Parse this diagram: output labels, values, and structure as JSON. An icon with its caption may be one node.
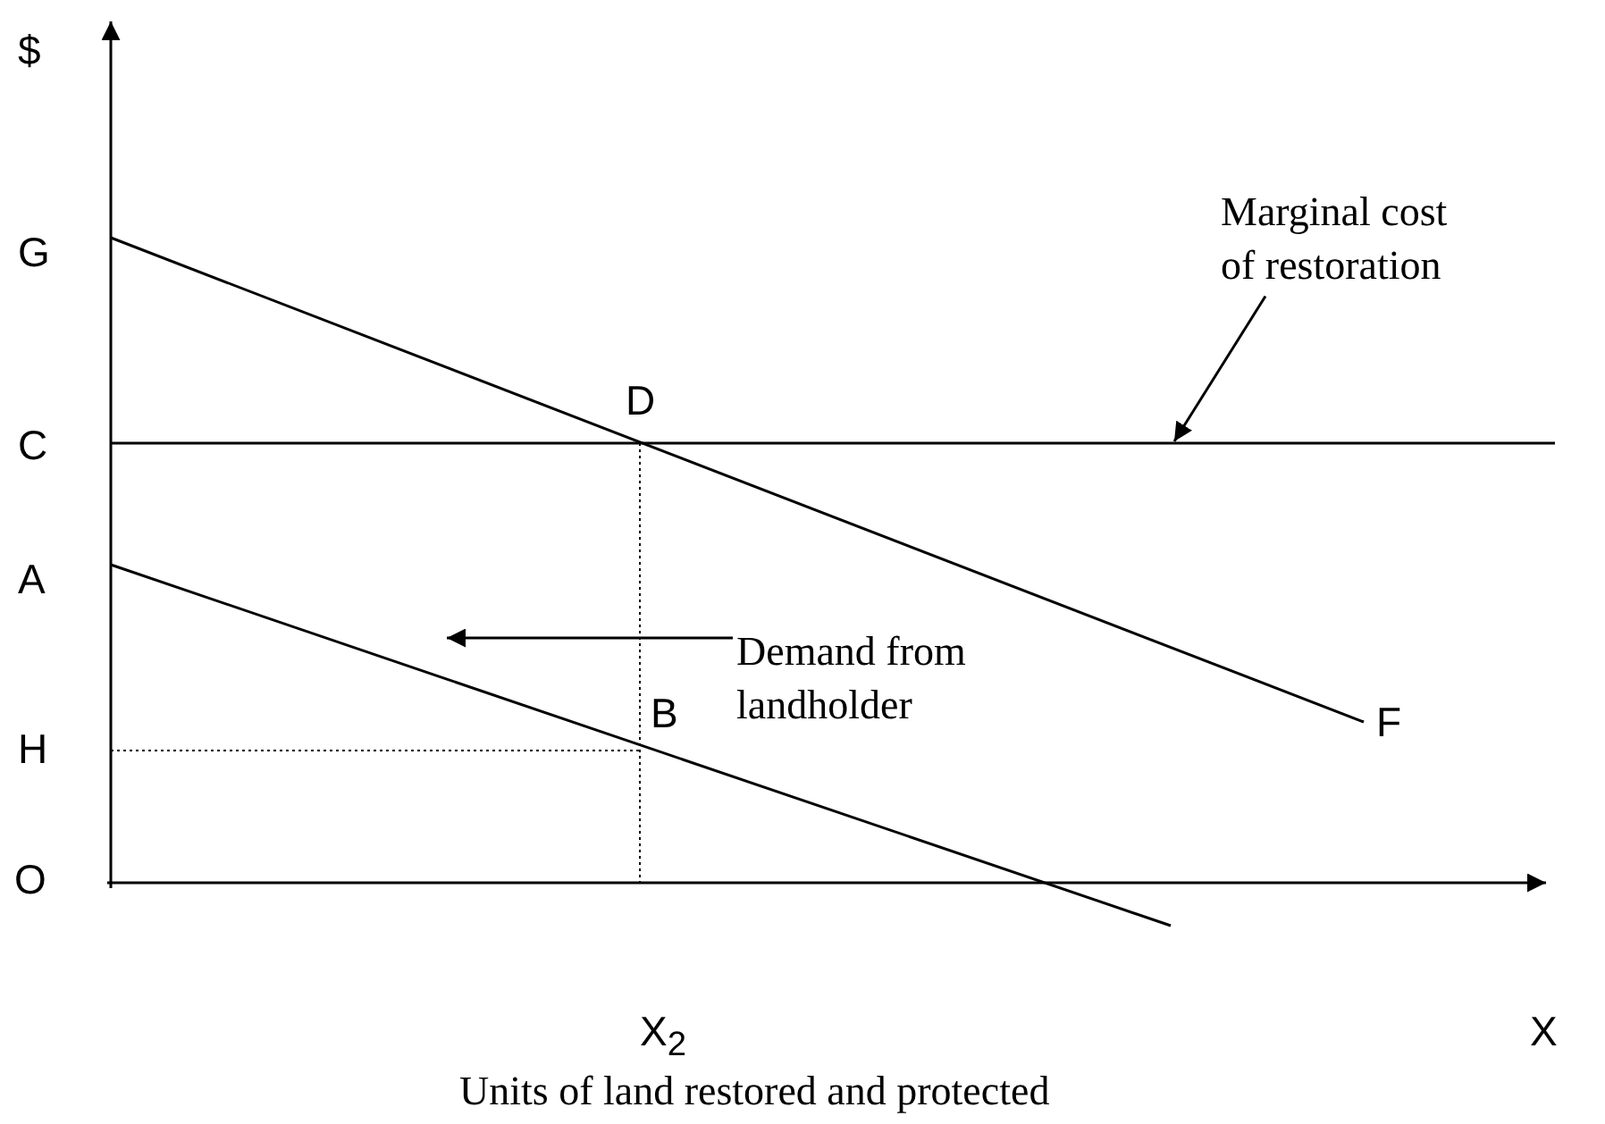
{
  "diagram": {
    "nodes": [
      {
        "text": [
          "Marginal cost of restoration"
        ]
      },
      {
        "text": [],
        "shape": "line"
      },
      {
        "text": [
          "Demand from landholder"
        ]
      }
    ],
    "edges": [
      {
        "from": 0,
        "to": 1,
        "arrow": "to"
      },
      {
        "from": 2,
        "to": null,
        "arrow": "to"
      }
    ],
    "labels": [
      "$",
      "G",
      "D",
      "C",
      "A",
      "B",
      "H",
      "F",
      "O",
      "X$_{2}$",
      "X",
      "Units of land restored and protected"
    ]
  }
}
